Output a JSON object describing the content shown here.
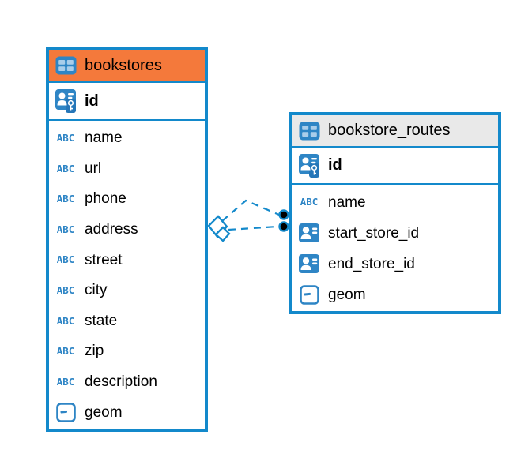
{
  "diagram": {
    "background": "#ffffff",
    "colors": {
      "table_border": "#1389cb",
      "relationship_line": "#1389cb",
      "bookstores_header_bg": "#f4793b",
      "routes_header_bg": "#e9e9e9",
      "icon_blue": "#2e85c5",
      "text": "#000000"
    },
    "abc_icon_text": "ABC",
    "tables": [
      {
        "name": "bookstores",
        "primary_key": {
          "label": "id",
          "icon": "person-key-icon"
        },
        "columns": [
          {
            "label": "name",
            "icon": "text-type-icon"
          },
          {
            "label": "url",
            "icon": "text-type-icon"
          },
          {
            "label": "phone",
            "icon": "text-type-icon"
          },
          {
            "label": "address",
            "icon": "text-type-icon"
          },
          {
            "label": "street",
            "icon": "text-type-icon"
          },
          {
            "label": "city",
            "icon": "text-type-icon"
          },
          {
            "label": "state",
            "icon": "text-type-icon"
          },
          {
            "label": "zip",
            "icon": "text-type-icon"
          },
          {
            "label": "description",
            "icon": "text-type-icon"
          },
          {
            "label": "geom",
            "icon": "geometry-type-icon"
          }
        ]
      },
      {
        "name": "bookstore_routes",
        "primary_key": {
          "label": "id",
          "icon": "person-key-icon"
        },
        "columns": [
          {
            "label": "name",
            "icon": "text-type-icon"
          },
          {
            "label": "start_store_id",
            "icon": "person-ref-icon"
          },
          {
            "label": "end_store_id",
            "icon": "person-ref-icon"
          },
          {
            "label": "geom",
            "icon": "geometry-type-icon"
          }
        ]
      }
    ],
    "relationships": [
      {
        "from": "bookstores",
        "to": "bookstore_routes",
        "style": "dashed"
      },
      {
        "from": "bookstores",
        "to": "bookstore_routes",
        "style": "dashed"
      }
    ]
  }
}
